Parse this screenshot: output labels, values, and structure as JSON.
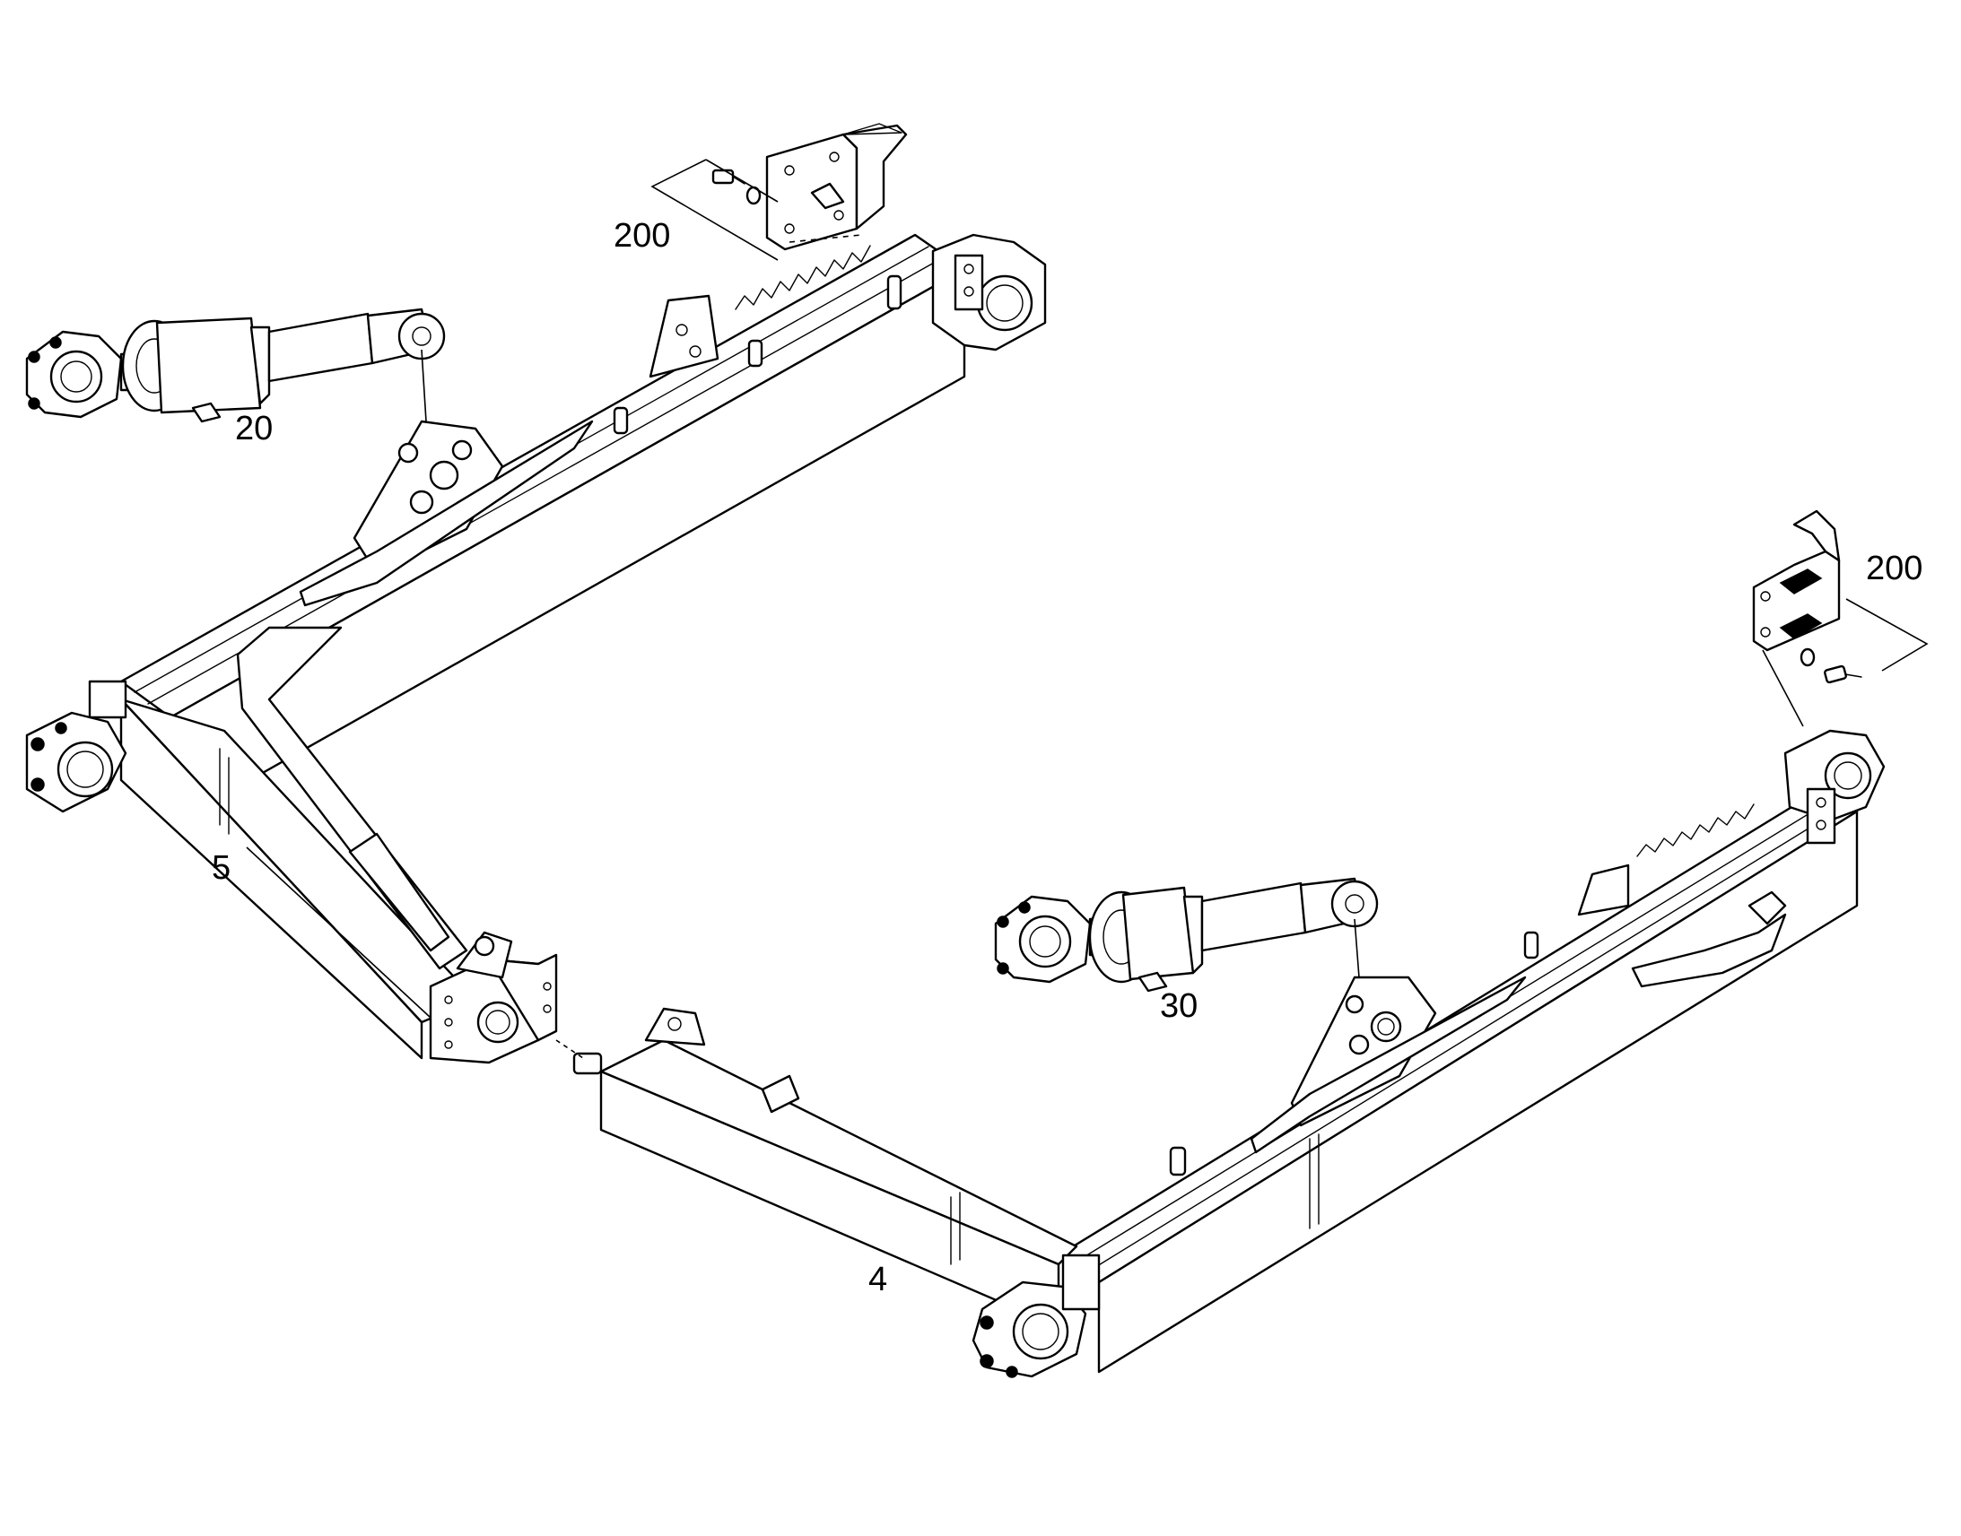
{
  "callouts": {
    "part_200_top": "200",
    "part_200_right": "200",
    "part_20": "20",
    "part_30": "30",
    "part_5": "5",
    "part_4": "4"
  }
}
